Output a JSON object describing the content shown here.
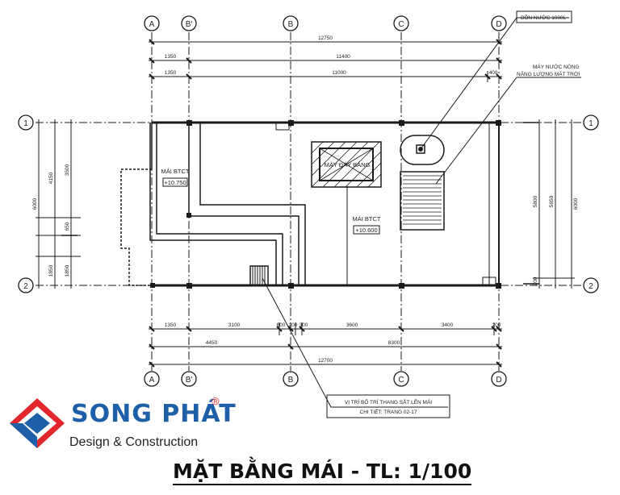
{
  "grid_axes": {
    "columns": [
      "A",
      "B'",
      "B",
      "C",
      "D"
    ],
    "rows": [
      "1",
      "2"
    ]
  },
  "top_dims": {
    "total": "12750",
    "row2": [
      "1350",
      "11400"
    ],
    "row3": [
      "1350",
      "11000",
      "400"
    ]
  },
  "bottom_dims": {
    "row1": [
      "1350",
      "3100",
      "600",
      "200",
      "300",
      "3600",
      "3400",
      "200"
    ],
    "row2": [
      "4450",
      "8300"
    ],
    "total": "12700"
  },
  "left_dims": {
    "outer": "6000",
    "mid": [
      "4150",
      "1850"
    ],
    "inner": [
      "3500",
      "650",
      "1850"
    ]
  },
  "right_dims": {
    "outer": "6000",
    "mid": "5650",
    "inner": [
      "5800",
      "200"
    ]
  },
  "labels": {
    "roof_left": "MÁI BTCT",
    "roof_left_level": "+10.750",
    "roof_right": "MÁI BTCT",
    "roof_right_level": "+10.600",
    "elevator": "MÁY ĐÁY BẢNG",
    "tank": "BỒN NƯỚC 1000L",
    "solar_line1": "MÁY NƯỚC NÓNG",
    "solar_line2": "NĂNG LƯỢNG MẶT TRỜI",
    "stair_line1": "VỊ TRÍ BỐ TRÍ THANG SẮT LÊN MÁI",
    "stair_line2": "CHI TIẾT: TRANG 02-17"
  },
  "logo": {
    "name": "SONG PHÁT",
    "registered": "®",
    "tagline": "Design & Construction"
  },
  "title": "MẶT BẰNG MÁI - TL: 1/100",
  "colors": {
    "line": "#1a1a1a",
    "logo_red": "#e2262b",
    "logo_blue": "#1d5fa8"
  }
}
